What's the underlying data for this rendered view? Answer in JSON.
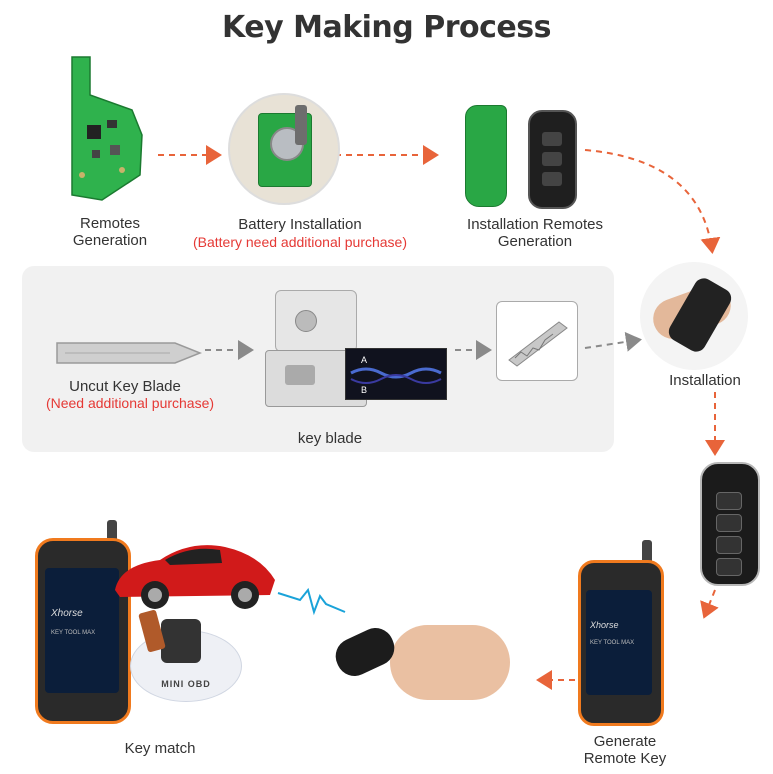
{
  "title": "Key Making Process",
  "steps": {
    "remotes_generation": {
      "line1": "Remotes",
      "line2": "Generation"
    },
    "battery_installation": {
      "label": "Battery Installation",
      "note": "(Battery need additional purchase)"
    },
    "installation_remotes_generation": {
      "line1": "Installation Remotes",
      "line2": "Generation"
    },
    "installation": {
      "label": "Installation"
    },
    "uncut_key_blade": {
      "label": "Uncut Key  Blade",
      "note": "(Need additional purchase)"
    },
    "key_blade": {
      "label": "key blade"
    },
    "generate_remote_key": {
      "line1": "Generate",
      "line2": "Remote Key"
    },
    "key_match": {
      "label": "Key match"
    }
  },
  "device": {
    "brand": "Xhorse",
    "screen_text": "KEY TOOL MAX",
    "adapter_label": "MINI OBD"
  },
  "cutter_screen": {
    "label_a": "A",
    "label_b": "B"
  },
  "colors": {
    "arrow": "#e8643a",
    "gray_arrow": "#8a8a8a",
    "pcb": "#29a745",
    "note": "#e53935"
  }
}
